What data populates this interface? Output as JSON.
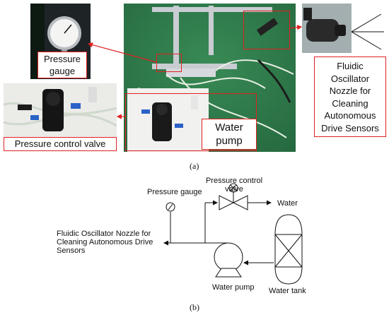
{
  "panel_a": {
    "label": "(a)",
    "callouts": {
      "pressure_gauge": "Pressure\ngauge",
      "pressure_control_valve": "Pressure control valve",
      "water_pump": "Water\npump",
      "nozzle": "Fluidic\nOscillator\nNozzle for\nCleaning\nAutonomous\nDrive Sensors"
    },
    "colors": {
      "board_green": "#2f7a4a",
      "callout_border": "#e02020",
      "arrow": "#e02020"
    }
  },
  "panel_b": {
    "label": "(b)",
    "labels": {
      "pressure_gauge": "Pressure gauge",
      "pressure_control_valve": "Pressure control\nvalve",
      "water": "Water",
      "nozzle": "Fluidic Oscillator Nozzle for\nCleaning Autonomous Drive\nSensors",
      "water_pump": "Water pump",
      "water_tank": "Water tank"
    }
  }
}
